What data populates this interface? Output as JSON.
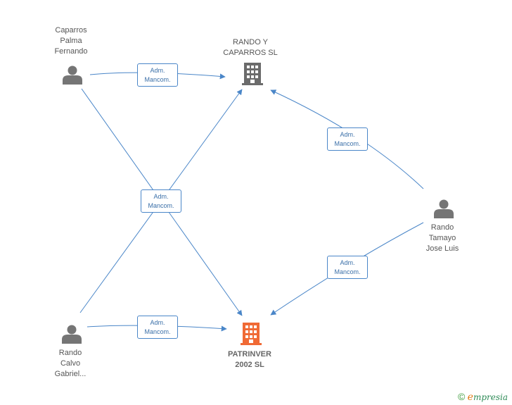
{
  "people": [
    {
      "id": "caparros",
      "lines": [
        "Caparros",
        "Palma",
        "Fernando"
      ]
    },
    {
      "id": "rando-tamayo",
      "lines": [
        "Rando",
        "Tamayo",
        "Jose Luis"
      ]
    },
    {
      "id": "rando-calvo",
      "lines": [
        "Rando",
        "Calvo",
        "Gabriel..."
      ]
    }
  ],
  "companies": [
    {
      "id": "rando-caparros",
      "lines": [
        "RANDO Y",
        "CAPARROS SL"
      ],
      "color": "#6b6b6b"
    },
    {
      "id": "patrinver",
      "lines": [
        "PATRINVER",
        "2002 SL"
      ],
      "color": "#f06a35"
    }
  ],
  "edge_labels": [
    {
      "id": "e1",
      "line1": "Adm.",
      "line2": "Mancom."
    },
    {
      "id": "e2",
      "line1": "Adm.",
      "line2": "Mancom."
    },
    {
      "id": "e3",
      "line1": "Adm.",
      "line2": "Mancom."
    },
    {
      "id": "e4",
      "line1": "Adm.",
      "line2": "Mancom."
    },
    {
      "id": "e5",
      "line1": "Adm.",
      "line2": "Mancom."
    }
  ],
  "colors": {
    "edge": "#4a86c8",
    "person_icon": "#757575"
  },
  "brand": {
    "copyright": "©",
    "initial": "e",
    "rest": "mpresia"
  }
}
